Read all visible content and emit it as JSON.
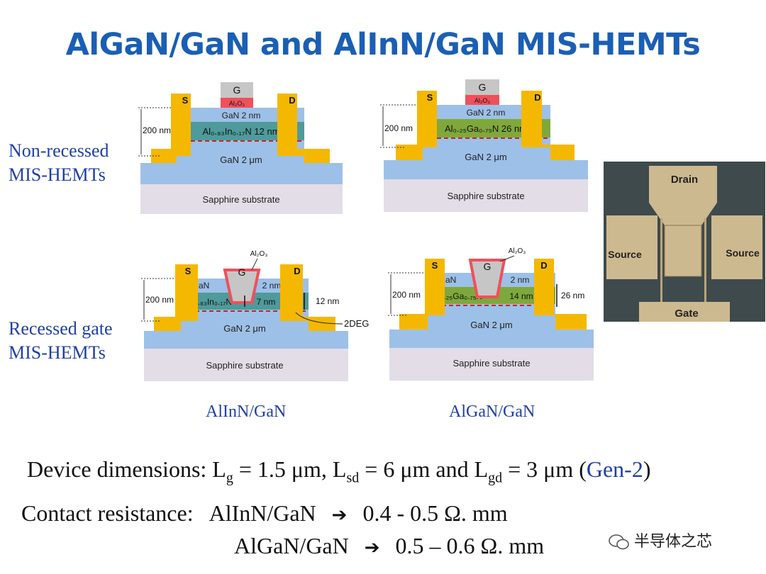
{
  "title": "AlGaN/GaN and AlInN/GaN MIS-HEMTs",
  "rows": {
    "non_recessed": [
      "Non-recessed",
      "MIS-HEMTs"
    ],
    "recessed": [
      "Recessed gate",
      "MIS-HEMTs"
    ]
  },
  "columns": {
    "left": "AlInN/GaN",
    "right": "AlGaN/GaN"
  },
  "diagrams": {
    "common": {
      "source": "S",
      "drain": "D",
      "gate": "G",
      "oxide": "Al₂O₃",
      "cap": "GaN  2 nm",
      "buffer": "GaN  2 μm",
      "substrate": "Sapphire substrate",
      "height": "200 nm"
    },
    "alinn_nr": {
      "barrier": "Al₀.₈₃In₀.₁₇N  12 nm"
    },
    "algan_nr": {
      "barrier": "Al₀.₂₅Ga₀.₇₅N  26 nm"
    },
    "alinn_r": {
      "cap_left": "GaN",
      "cap_right": "2 nm",
      "barrier": "Al₀.₈₃In₀.₁₇N",
      "recess": "7 nm",
      "total": "12 nm",
      "deg": "2DEG"
    },
    "algan_r": {
      "cap_left": "GaN",
      "cap_right": "2 nm",
      "barrier": "Al₀.₂₅Ga₀.₇₅N",
      "recess": "14 nm",
      "total": "26 nm"
    }
  },
  "micrograph": {
    "drain": "Drain",
    "source_left": "Source",
    "source_right": "Source",
    "gate": "Gate"
  },
  "dimensions": {
    "prefix": "Device dimensions: L",
    "lg_sub": "g",
    "lg_val": " = 1.5 μm, L",
    "lsd_sub": "sd",
    "lsd_val": " = 6 μm and L",
    "lgd_sub": "gd",
    "lgd_val": " = 3 μm (",
    "gen": "Gen-2",
    "close": ")"
  },
  "contact": {
    "label": "Contact resistance:",
    "alinn": "AlInN/GaN",
    "alinn_val": "0.4 - 0.5 Ω. mm",
    "algan": "AlGaN/GaN",
    "algan_val": "0.5 – 0.6 Ω. mm",
    "arrow": "➔"
  },
  "watermark": "半导体之芯",
  "colors": {
    "title": "#1a5fb4",
    "label": "#1f3fa8",
    "contact": "#f5b800",
    "gan": "#9dc0e8",
    "alinn": "#4f9a9a",
    "algan": "#7fa83c",
    "oxide": "#f0505a",
    "gate": "#c6c6c6",
    "substrate": "#e2dde6",
    "deg": "#cc2222"
  }
}
